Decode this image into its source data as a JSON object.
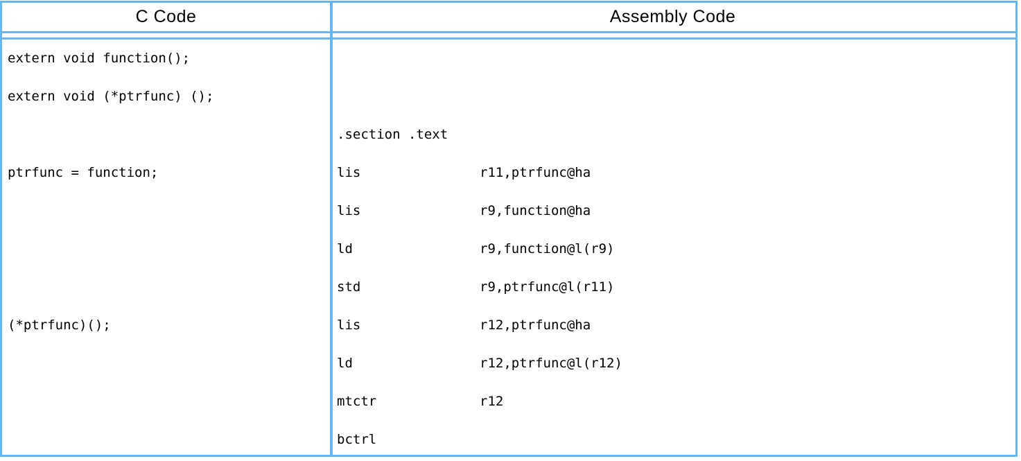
{
  "table": {
    "headers": [
      "C Code",
      "Assembly Code"
    ],
    "rows": [
      {
        "c": "extern void function();",
        "asm": [
          "",
          ""
        ]
      },
      {
        "c": "extern void (*ptrfunc) ();",
        "asm": [
          "",
          ""
        ]
      },
      {
        "c": "",
        "asm": [
          ".section .text",
          ""
        ]
      },
      {
        "c": "ptrfunc = function;",
        "asm": [
          "lis",
          "r11,ptrfunc@ha"
        ]
      },
      {
        "c": "",
        "asm": [
          "lis",
          "r9,function@ha"
        ]
      },
      {
        "c": "",
        "asm": [
          "ld",
          "r9,function@l(r9)"
        ]
      },
      {
        "c": "",
        "asm": [
          "std",
          "r9,ptrfunc@l(r11)"
        ]
      },
      {
        "c": "(*ptrfunc)();",
        "asm": [
          "lis",
          "r12,ptrfunc@ha"
        ]
      },
      {
        "c": "",
        "asm": [
          "ld",
          "r12,ptrfunc@l(r12)"
        ]
      },
      {
        "c": "",
        "asm": [
          "mtctr",
          "r12"
        ]
      },
      {
        "c": "",
        "asm": [
          "bctrl",
          ""
        ]
      }
    ]
  },
  "colors": {
    "border_blue": "#64b7f4",
    "text": "#000000",
    "background": "#ffffff"
  }
}
